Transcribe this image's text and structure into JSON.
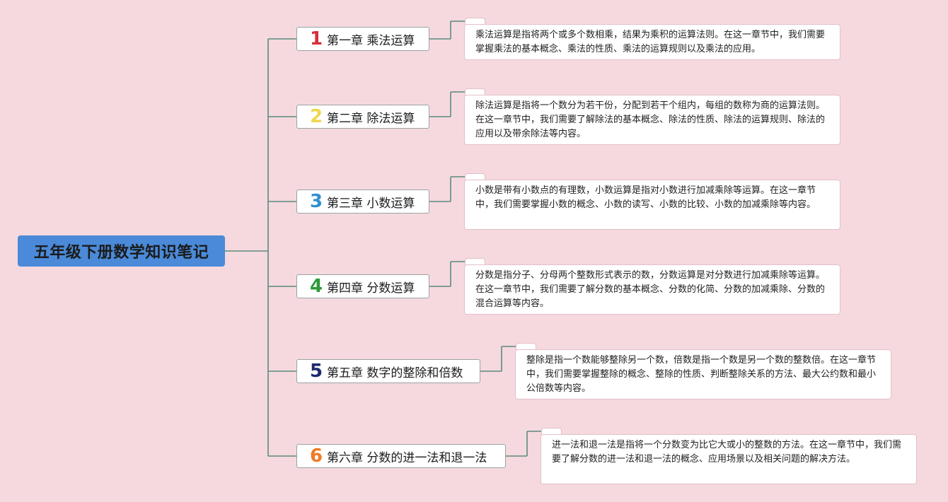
{
  "root": {
    "title": "五年级下册数学知识笔记"
  },
  "colors": {
    "background": "#f5d9df",
    "root_fill": "#4a8ad8",
    "connector": "#5b8b7f"
  },
  "chapters": [
    {
      "number": "1",
      "number_color": "#d62f3a",
      "title": "第一章 乘法运算",
      "note": "乘法运算是指将两个或多个数相乘，结果为乘积的运算法则。在这一章节中，我们需要掌握乘法的基本概念、乘法的性质、乘法的运算规则以及乘法的应用。"
    },
    {
      "number": "2",
      "number_color": "#f0d64e",
      "title": "第二章 除法运算",
      "note": "除法运算是指将一个数分为若干份，分配到若干个组内，每组的数称为商的运算法则。在这一章节中，我们需要了解除法的基本概念、除法的性质、除法的运算规则、除法的应用以及带余除法等内容。"
    },
    {
      "number": "3",
      "number_color": "#2f8fd0",
      "title": "第三章 小数运算",
      "note": "小数是带有小数点的有理数，小数运算是指对小数进行加减乘除等运算。在这一章节中，我们需要掌握小数的概念、小数的读写、小数的比较、小数的加减乘除等内容。"
    },
    {
      "number": "4",
      "number_color": "#2e9b3a",
      "title": "第四章 分数运算",
      "note": "分数是指分子、分母两个整数形式表示的数，分数运算是对分数进行加减乘除等运算。在这一章节中，我们需要了解分数的基本概念、分数的化简、分数的加减乘除、分数的混合运算等内容。"
    },
    {
      "number": "5",
      "number_color": "#1d2a6e",
      "title": "第五章 数字的整除和倍数",
      "note": "整除是指一个数能够整除另一个数，倍数是指一个数是另一个数的整数倍。在这一章节中，我们需要掌握整除的概念、整除的性质、判断整除关系的方法、最大公约数和最小公倍数等内容。"
    },
    {
      "number": "6",
      "number_color": "#ef7a22",
      "title": "第六章 分数的进一法和退一法",
      "note": "进一法和退一法是指将一个分数变为比它大或小的整数的方法。在这一章节中，我们需要了解分数的进一法和退一法的概念、应用场景以及相关问题的解决方法。"
    }
  ]
}
